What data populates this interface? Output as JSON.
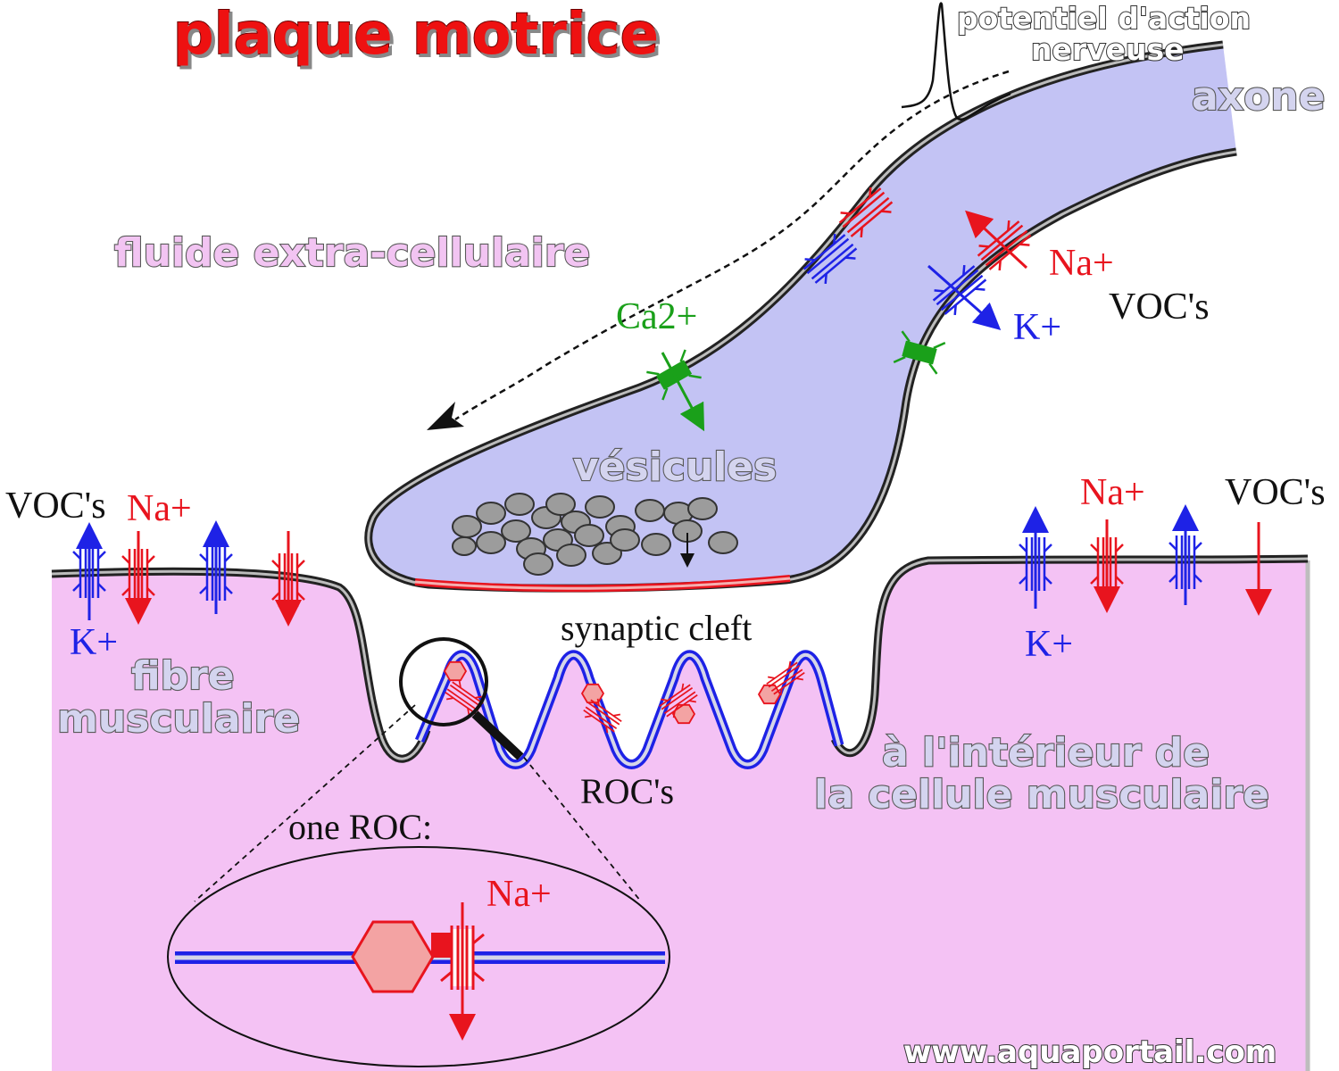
{
  "title": "plaque motrice",
  "labels": {
    "action_potential_line1": "potentiel d'action",
    "action_potential_line2": "nerveuse",
    "axon": "axone",
    "extracellular_fluid": "fluide extra-cellulaire",
    "calcium": "Ca2+",
    "sodium_axon": "Na+",
    "potassium_axon": "K+",
    "vocs_axon": "VOC's",
    "vesicles": "vésicules",
    "vocs_left": "VOC's",
    "sodium_left": "Na+",
    "potassium_left": "K+",
    "muscle_fiber_line1": "fibre",
    "muscle_fiber_line2": "musculaire",
    "synaptic_cleft": "synaptic cleft",
    "rocs": "ROC's",
    "one_roc": "one ROC:",
    "sodium_roc": "Na+",
    "sodium_right": "Na+",
    "vocs_right": "VOC's",
    "potassium_right": "K+",
    "muscle_interior_line1": "à l'intérieur de",
    "muscle_interior_line2": "la cellule musculaire",
    "website": "www.aquaportail.com"
  },
  "colors": {
    "axon_fill": "#c3c3f4",
    "muscle_fill": "#f4c2f4",
    "membrane": "#222222",
    "sodium": "#e8141e",
    "potassium": "#1e22e6",
    "calcium": "#1aa01a",
    "title": "#ee1111",
    "vesicle": "#9c9c9c"
  }
}
